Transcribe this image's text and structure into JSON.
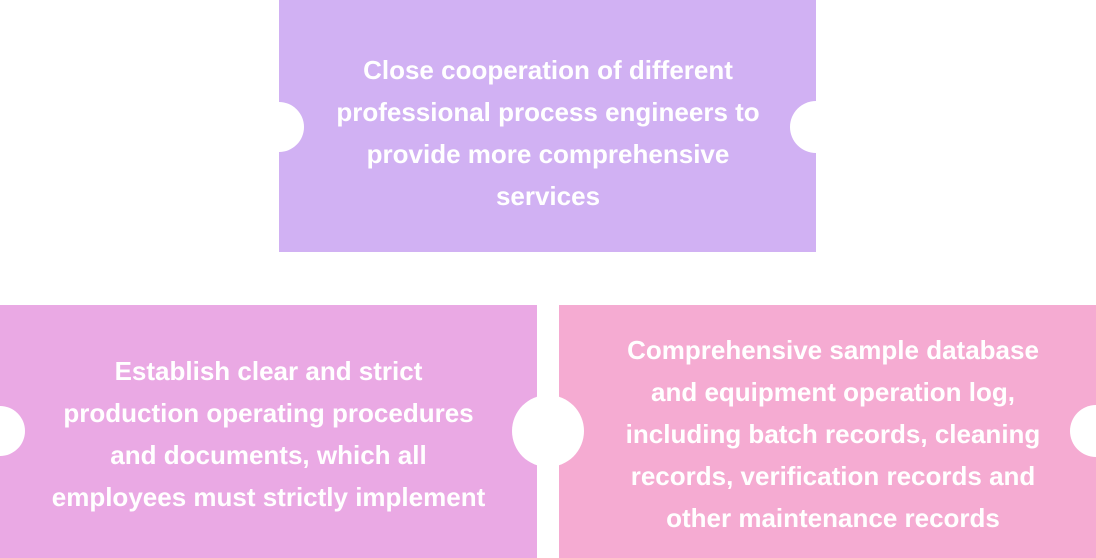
{
  "colors": {
    "top": "#d1b1f3",
    "left": "#eaa9e4",
    "right": "#f5abd2"
  },
  "boxes": {
    "top": "Close cooperation of different\nprofessional process engineers to\nprovide more comprehensive\nservices",
    "left": "Establish clear and strict\nproduction operating procedures\nand documents, which all\nemployees must strictly implement",
    "right": "Comprehensive sample database\nand equipment operation log,\nincluding batch records, cleaning\nrecords, verification records and\nother maintenance records"
  }
}
